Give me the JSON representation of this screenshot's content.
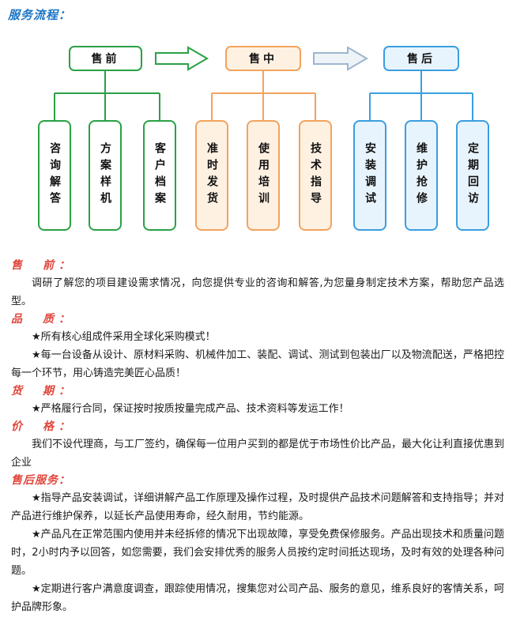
{
  "page_title": "服务流程：",
  "flow": {
    "stages": [
      {
        "label": "售前",
        "items": [
          "咨询解答",
          "方案样机",
          "客户档案"
        ]
      },
      {
        "label": "售中",
        "items": [
          "准时发货",
          "使用培训",
          "技术指导"
        ]
      },
      {
        "label": "售后",
        "items": [
          "安装调试",
          "维护抢修",
          "定期回访"
        ]
      }
    ],
    "colors": {
      "green": "#2aa145",
      "orange": "#f2a35d",
      "blue": "#3a9ee0",
      "arrow1": "#2aa145",
      "arrow2": "#9db6cf"
    }
  },
  "sections": [
    {
      "heading": "售　前：",
      "paragraphs": [
        "调研了解您的项目建设需求情况，向您提供专业的咨询和解答,为您量身制定技术方案，帮助您产品选型。"
      ]
    },
    {
      "heading": "品　质：",
      "paragraphs": [
        "★所有核心组成件采用全球化采购模式！",
        "★每一台设备从设计、原材料采购、机械件加工、装配、调试、测试到包装出厂以及物流配送，严格把控每一个环节，用心铸造完美匠心品质！"
      ]
    },
    {
      "heading": "货　期：",
      "paragraphs": [
        "★严格履行合同，保证按时按质按量完成产品、技术资料等发运工作！"
      ]
    },
    {
      "heading": "价　格：",
      "paragraphs": [
        "我们不设代理商，与工厂签约，确保每一位用户买到的都是优于市场性价比产品，最大化让利直接优惠到企业"
      ]
    },
    {
      "heading": "售后服务：",
      "paragraphs": [
        "★指导产品安装调试，详细讲解产品工作原理及操作过程，及时提供产品技术问题解答和支持指导；并对产品进行维护保养，以延长产品使用寿命，经久耐用，节约能源。",
        "★产品凡在正常范围内使用并未经拆修的情况下出现故障，享受免费保修服务。产品出现技术和质量问题时，2小时内予以回答，如您需要，我们会安排优秀的服务人员按约定时间抵达现场，及时有效的处理各种问题。",
        "★定期进行客户满意度调查，跟踪使用情况，搜集您对公司产品、服务的意见，维系良好的客情关系，呵护品牌形象。"
      ]
    }
  ]
}
